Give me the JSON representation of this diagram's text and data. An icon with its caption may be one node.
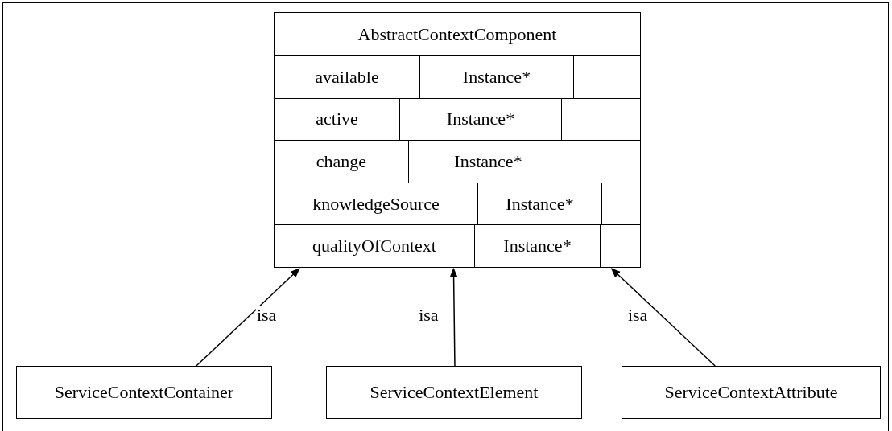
{
  "diagram": {
    "nodes": [
      {
        "text": [
          "AbstractContextComponent",
          "available",
          "Instance*",
          "active",
          "Instance*",
          "change",
          "Instance*",
          "knowledgeSource",
          "Instance*",
          "qualityOfContext",
          "Instance*"
        ]
      },
      {
        "text": [
          "ServiceContextContainer"
        ]
      },
      {
        "text": [
          "ServiceContextElement"
        ]
      },
      {
        "text": [
          "ServiceContextAttribute"
        ]
      }
    ],
    "edges": [
      {
        "from": 1,
        "to": 0,
        "arrow": "to",
        "label": "isa"
      },
      {
        "from": 2,
        "to": 0,
        "arrow": "to",
        "label": "isa"
      },
      {
        "from": 3,
        "to": 0,
        "arrow": "to",
        "label": "isa"
      }
    ]
  }
}
